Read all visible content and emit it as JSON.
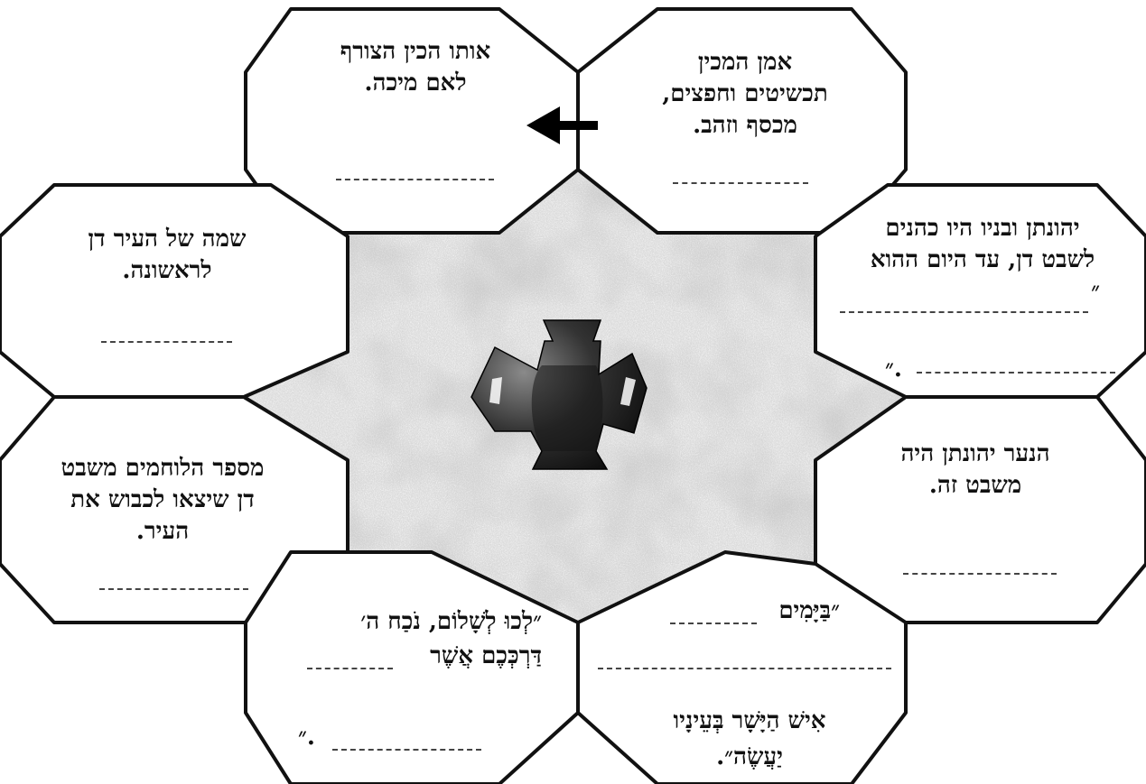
{
  "cells": {
    "top_left": {
      "lines": [
        "אותו הכין הצורף",
        "לאם מיכה."
      ]
    },
    "top_right": {
      "lines": [
        "אמן המכין",
        "תכשיטים וחפצים,",
        "מכסף וזהב."
      ]
    },
    "mid_left": {
      "lines": [
        "שמה של העיר דן",
        "לראשונה."
      ]
    },
    "mid_right": {
      "lines": [
        "יהונתן ובניו היו כהנים",
        "לשבט דן, עד היום ההוא",
        "״"
      ],
      "closing": ".״"
    },
    "low_left": {
      "lines": [
        "מספר הלוחמים משבט",
        "דן שיצאו לכבוש את",
        "העיר."
      ]
    },
    "low_right": {
      "lines": [
        "הנער יהונתן היה",
        "משבט זה."
      ]
    },
    "bottom_left": {
      "line1": "״לְכוּ לְשָׁלוֹם, נֹכַח ה׳",
      "line2": "דַּרְכְּכֶם אֲשֶׁר",
      "closing": ".״"
    },
    "bottom_right": {
      "line1": "״בַּיָּמִים",
      "line2": "אִישׁ הַיָּשָׁר בְּעֵינָיו",
      "line3": "יַעֲשֶׂה״."
    }
  },
  "colors": {
    "outline": "#111111",
    "center_fill": "#d9d9d9",
    "vase_dark": "#1a1a1a",
    "vase_mid": "#555555"
  },
  "center_icon": "vase-icon",
  "arrow_icon": "arrow-left-icon"
}
